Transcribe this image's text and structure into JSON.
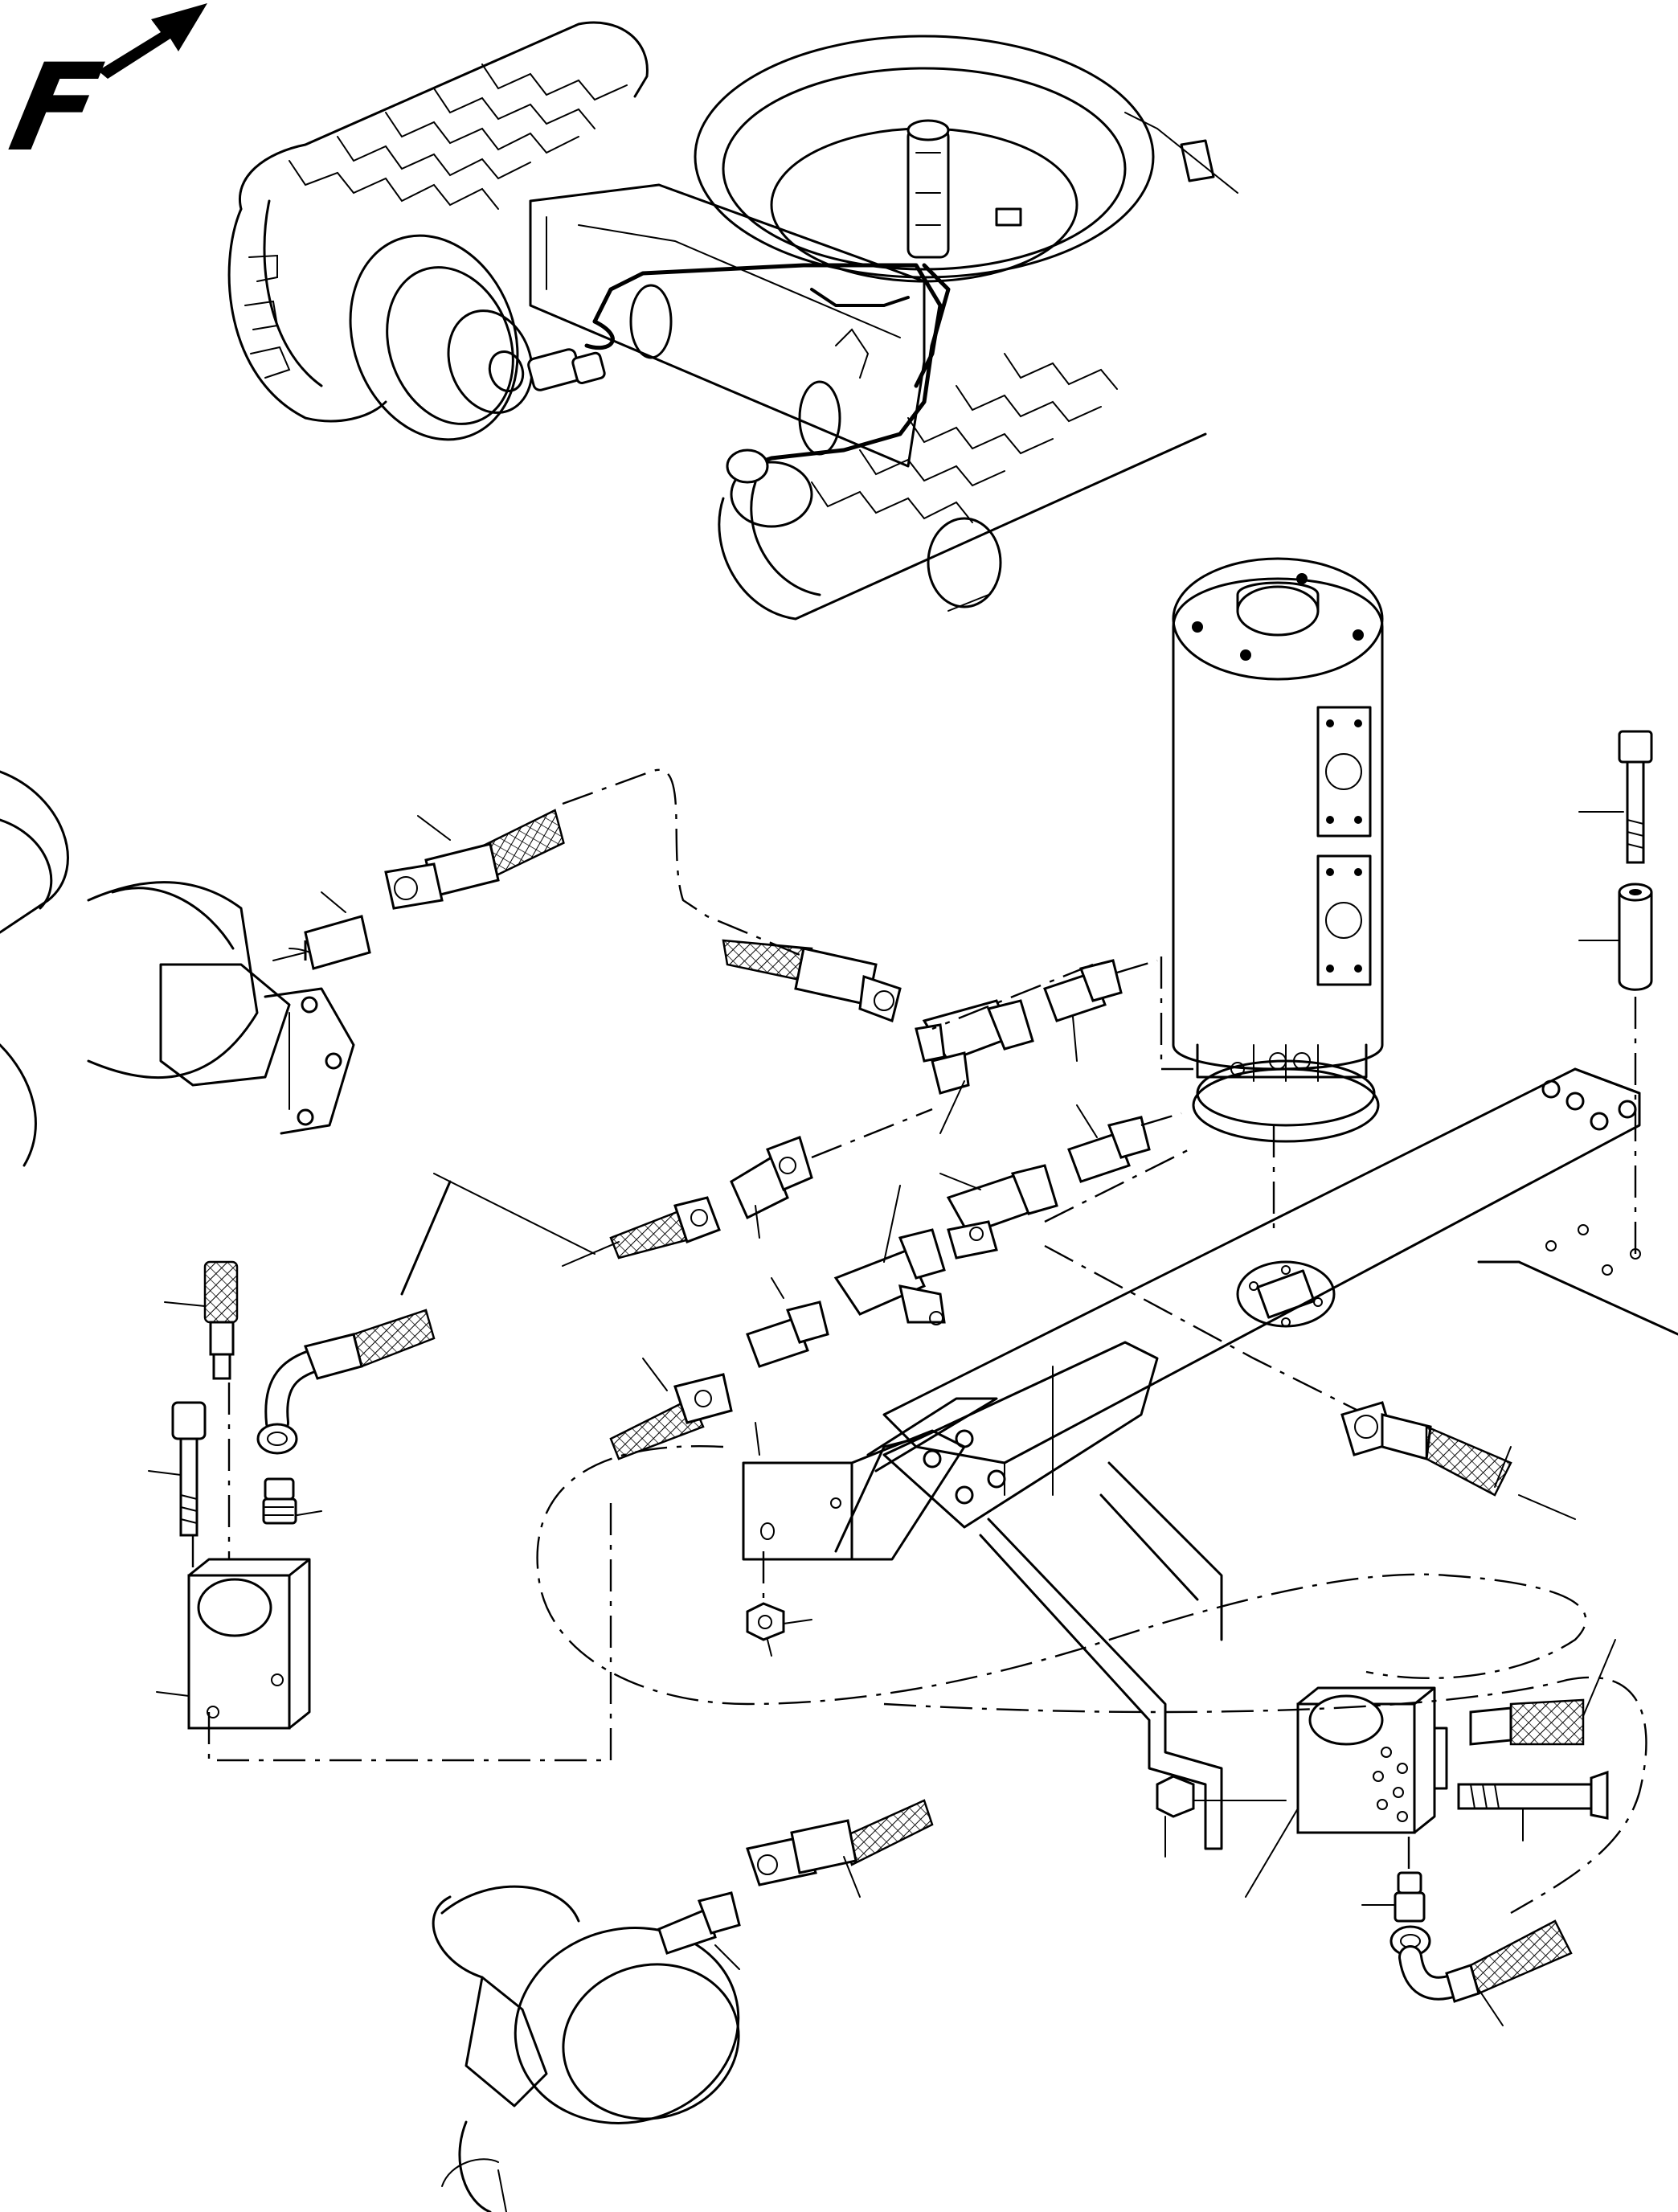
{
  "header": {
    "forward_label": "F",
    "forward_arrow_icon": "arrow-up-right-icon"
  },
  "diagram": {
    "lines": "black",
    "background": "white"
  }
}
